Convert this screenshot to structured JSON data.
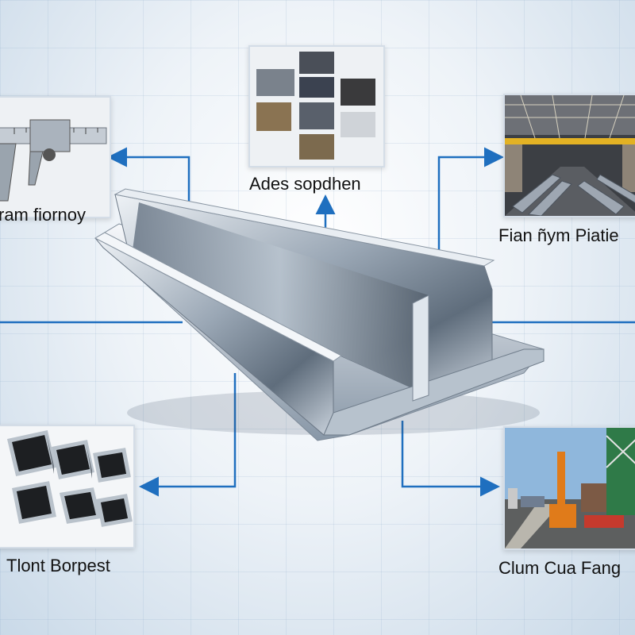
{
  "nodes": {
    "top": {
      "label": "Ades sopdhen",
      "icon": "material-samples-icon"
    },
    "top_left": {
      "label": "ram fiornoy",
      "icon": "caliper-icon"
    },
    "top_right": {
      "label": "Fian ñym Piatie",
      "icon": "factory-warehouse-icon"
    },
    "bottom_left": {
      "label": "Tlont Borpest",
      "icon": "square-tubes-icon"
    },
    "bottom_right": {
      "label": "Clum Cua Fang",
      "icon": "port-crane-icon"
    }
  },
  "center": {
    "icon": "steel-channel-beam-icon"
  },
  "colors": {
    "connector": "#1f6fbf",
    "steel": "#8a98a8"
  }
}
